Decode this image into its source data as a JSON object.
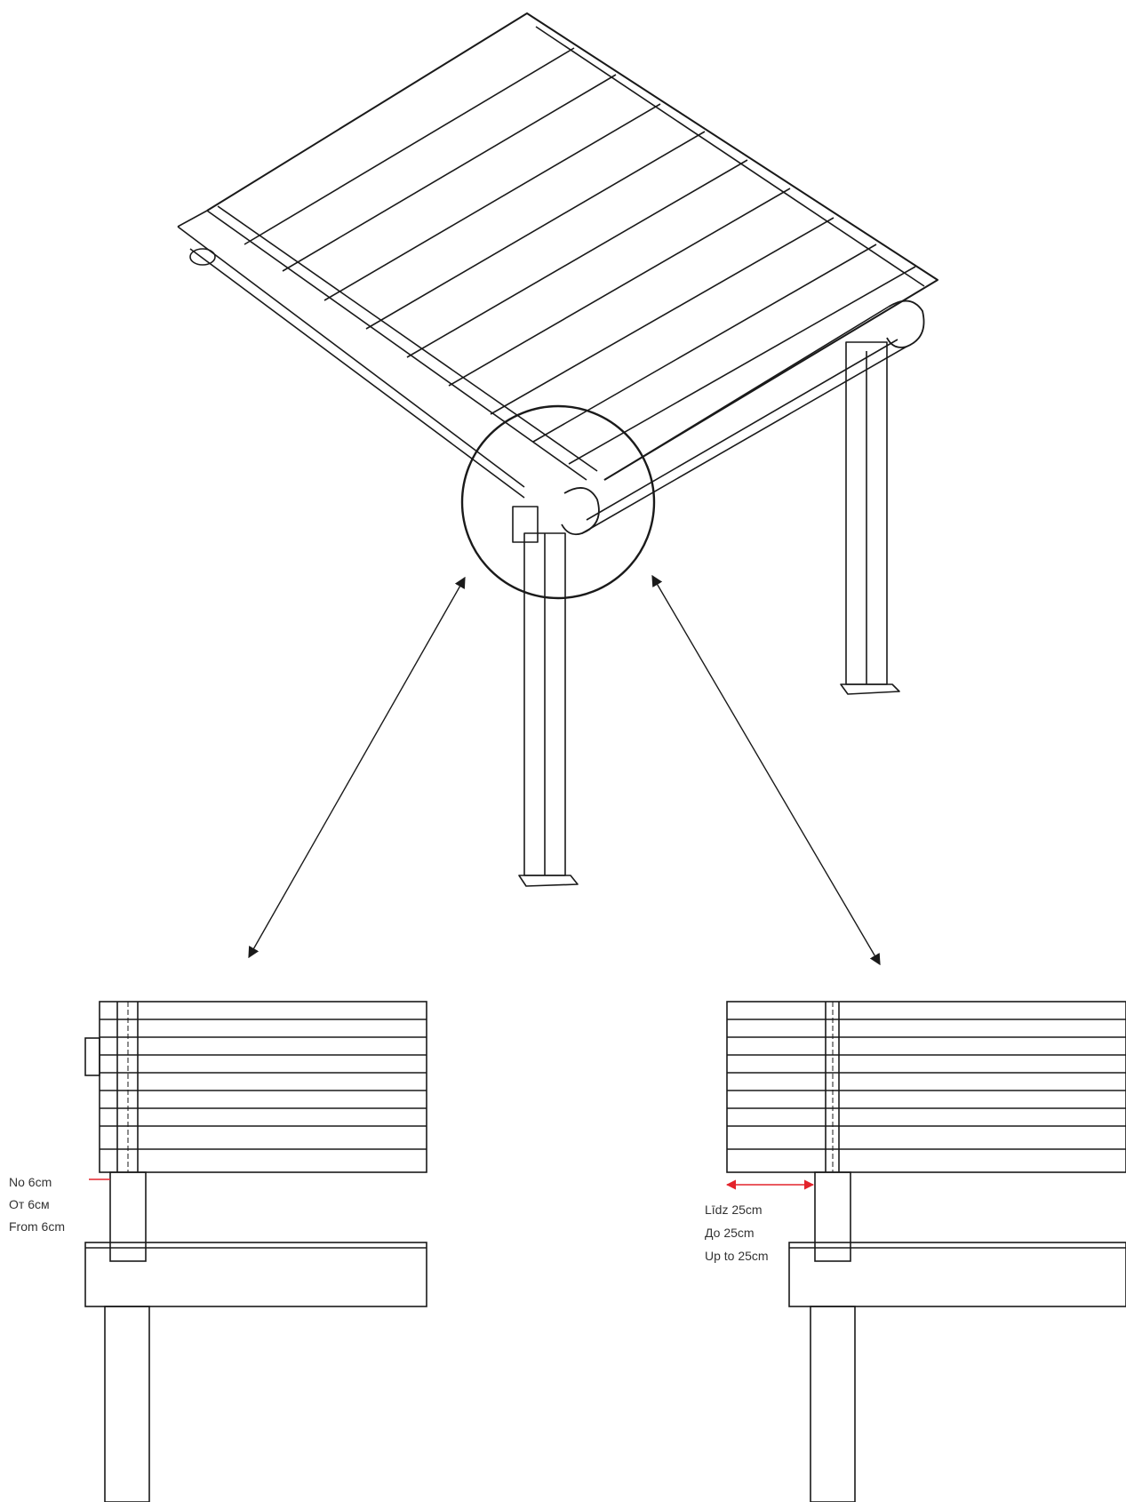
{
  "left_detail": {
    "labels": [
      "No 6cm",
      "От 6см",
      "From 6cm"
    ]
  },
  "right_detail": {
    "labels": [
      "Līdz 25cm",
      "До 25cm",
      "Up to 25cm"
    ]
  },
  "colors": {
    "line": "#1a1a1a",
    "dimension_arrow": "#e3232b",
    "background": "#ffffff"
  }
}
